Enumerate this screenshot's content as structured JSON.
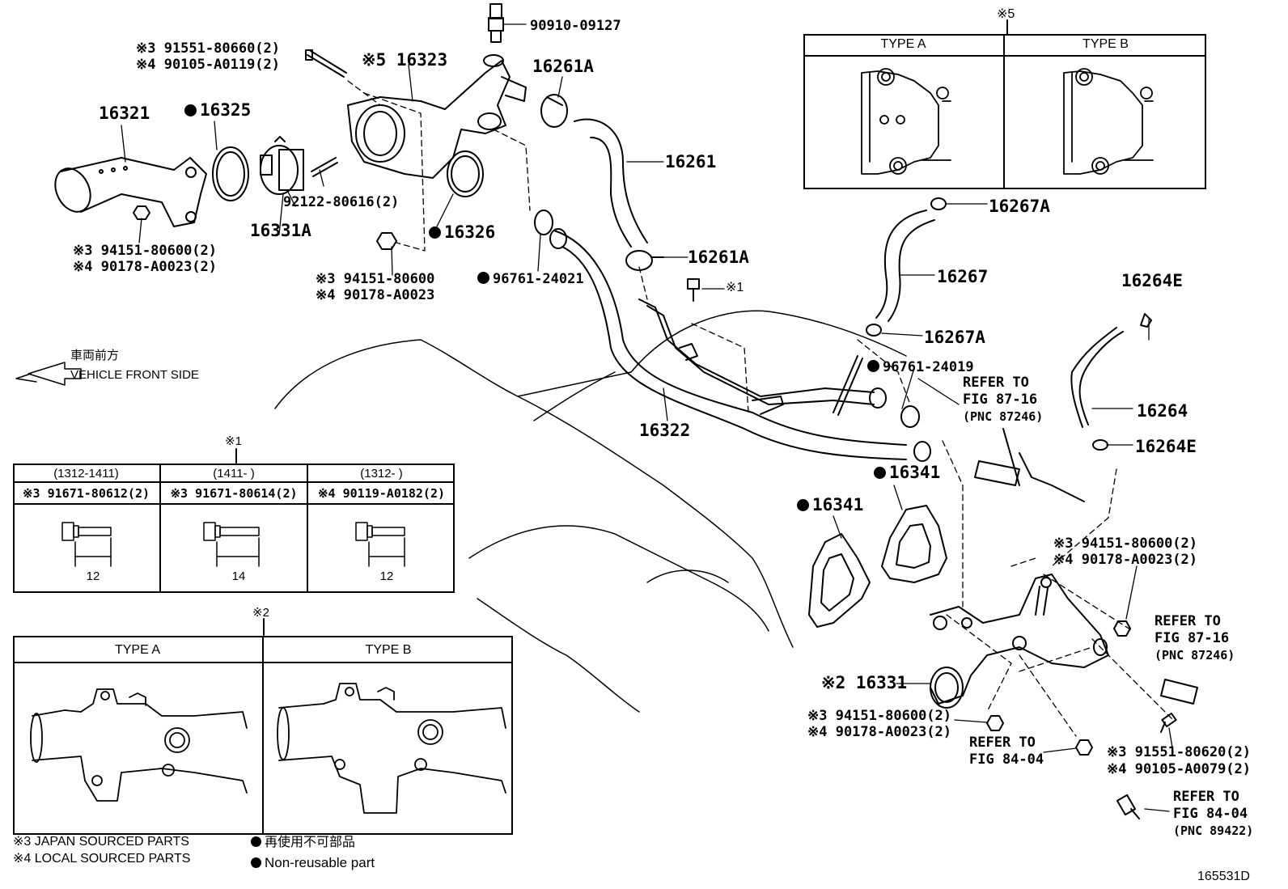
{
  "diagram_id": "165531D",
  "direction": {
    "jp": "車両前方",
    "en": "VEHICLE FRONT SIDE"
  },
  "legend": {
    "japan": "※3 JAPAN SOURCED PARTS",
    "local": "※4 LOCAL SOURCED PARTS",
    "nonreuse_jp": "再使用不可部品",
    "nonreuse_en": "Non-reusable part"
  },
  "parts": {
    "p90910": "90910-09127",
    "p16323": "※5 16323",
    "p16261A_top": "16261A",
    "p16261": "16261",
    "p16261A_mid": "16261A",
    "p16321": "16321",
    "p16325": "16325",
    "p16326": "16326",
    "p16331A": "16331A",
    "p92122": "92122-80616(2)",
    "p91551_a": "※3 91551-80660(2)",
    "p90105_a": "※4 90105-A0119(2)",
    "p94151_a": "※3 94151-80600(2)",
    "p90178_a": "※4 90178-A0023(2)",
    "p94151_b": "※3 94151-80600",
    "p90178_b": "※4 90178-A0023",
    "p96761_a": "96761-24021",
    "p16267A_top": "16267A",
    "p16267": "16267",
    "p16267A_mid": "16267A",
    "p16264E_top": "16264E",
    "p16264": "16264",
    "p16264E_bot": "16264E",
    "p96761_b": "96761-24019",
    "p16322": "16322",
    "p16341_a": "16341",
    "p16341_b": "16341",
    "p16331": "※2 16331",
    "p94151_c": "※3 94151-80600(2)",
    "p90178_c": "※4 90178-A0023(2)",
    "p94151_d": "※3  94151-80600(2)",
    "p90178_d": "※4  90178-A0023(2)",
    "p91551_b": "※3 91551-80620(2)",
    "p90105_b": "※4 90105-A0079(2)",
    "mark1": "※1"
  },
  "refs": {
    "r1": [
      "REFER TO",
      "FIG 87-16",
      "(PNC 87246)"
    ],
    "r2": [
      "REFER TO",
      "FIG 87-16",
      "(PNC 87246)"
    ],
    "r3": [
      "REFER TO",
      "FIG 84-04"
    ],
    "r4": [
      "REFER TO",
      "FIG 84-04",
      "(PNC 89422)"
    ]
  },
  "table1": {
    "mark": "※1",
    "cols": [
      {
        "date": "(1312-1411)",
        "part": "※3 91671-80612(2)",
        "dim": "12"
      },
      {
        "date": "(1411-     )",
        "part": "※3 91671-80614(2)",
        "dim": "14"
      },
      {
        "date": "(1312-     )",
        "part": "※4 90119-A0182(2)",
        "dim": "12"
      }
    ]
  },
  "table2": {
    "mark": "※2",
    "type_a": "TYPE A",
    "type_b": "TYPE B"
  },
  "table5": {
    "mark": "※5",
    "type_a": "TYPE A",
    "type_b": "TYPE B"
  }
}
